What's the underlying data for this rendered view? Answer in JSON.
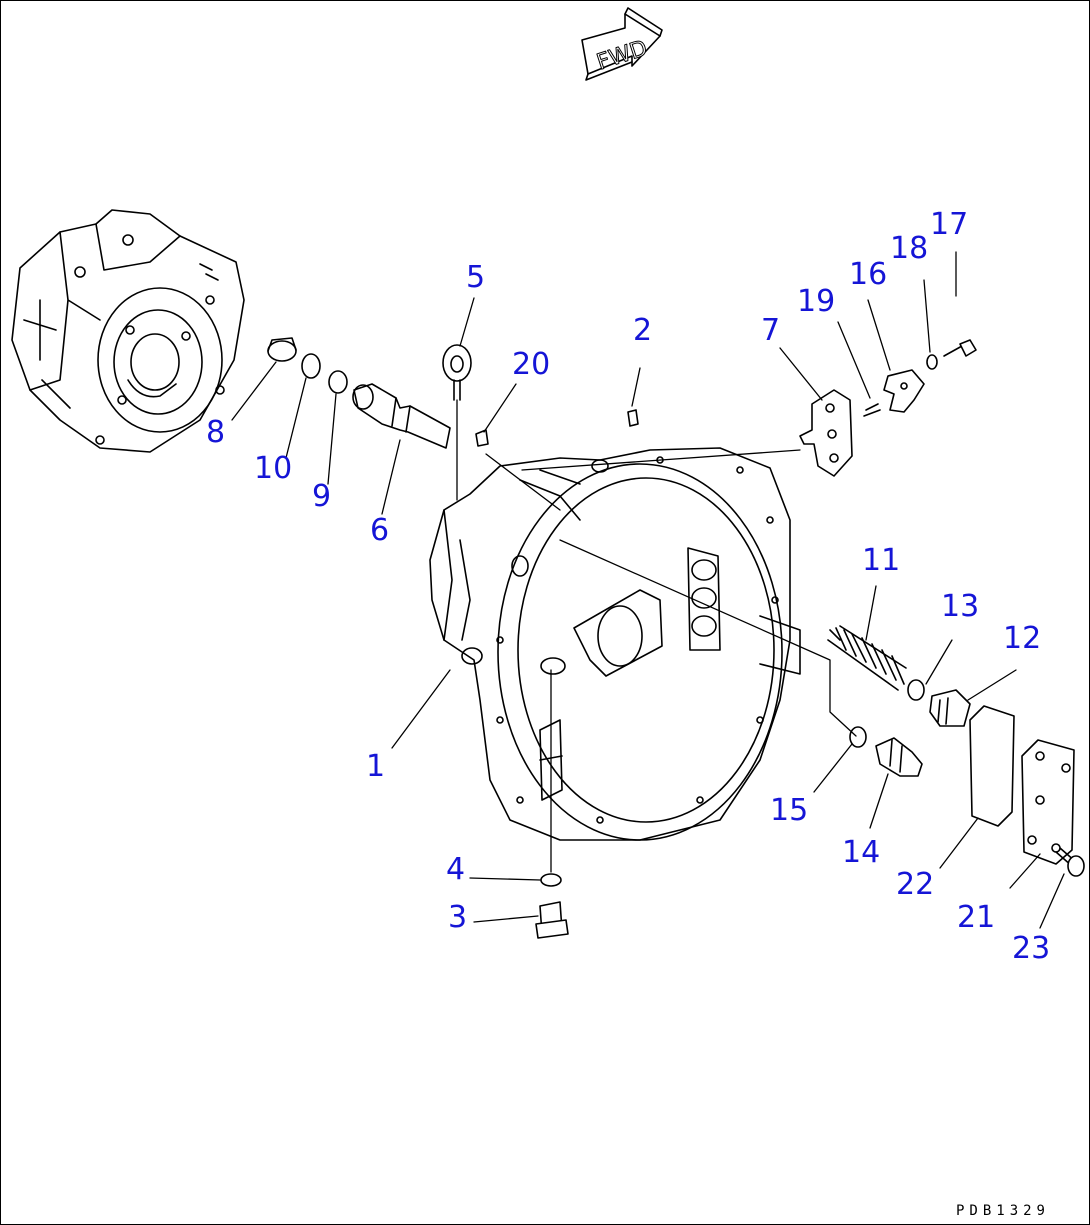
{
  "colors": {
    "line": "#000000",
    "callout": "#1515d6",
    "background": "#ffffff"
  },
  "direction_arrow": {
    "text": "FWD"
  },
  "drawing_code": "PDB1329",
  "callouts": [
    {
      "id": "c1",
      "label": "1"
    },
    {
      "id": "c2",
      "label": "2"
    },
    {
      "id": "c3",
      "label": "3"
    },
    {
      "id": "c4",
      "label": "4"
    },
    {
      "id": "c5",
      "label": "5"
    },
    {
      "id": "c6",
      "label": "6"
    },
    {
      "id": "c7",
      "label": "7"
    },
    {
      "id": "c8",
      "label": "8"
    },
    {
      "id": "c9",
      "label": "9"
    },
    {
      "id": "c10",
      "label": "10"
    },
    {
      "id": "c11",
      "label": "11"
    },
    {
      "id": "c12",
      "label": "12"
    },
    {
      "id": "c13",
      "label": "13"
    },
    {
      "id": "c14",
      "label": "14"
    },
    {
      "id": "c15",
      "label": "15"
    },
    {
      "id": "c16",
      "label": "16"
    },
    {
      "id": "c17",
      "label": "17"
    },
    {
      "id": "c18",
      "label": "18"
    },
    {
      "id": "c19",
      "label": "19"
    },
    {
      "id": "c20",
      "label": "20"
    },
    {
      "id": "c21",
      "label": "21"
    },
    {
      "id": "c22",
      "label": "22"
    },
    {
      "id": "c23",
      "label": "23"
    }
  ]
}
